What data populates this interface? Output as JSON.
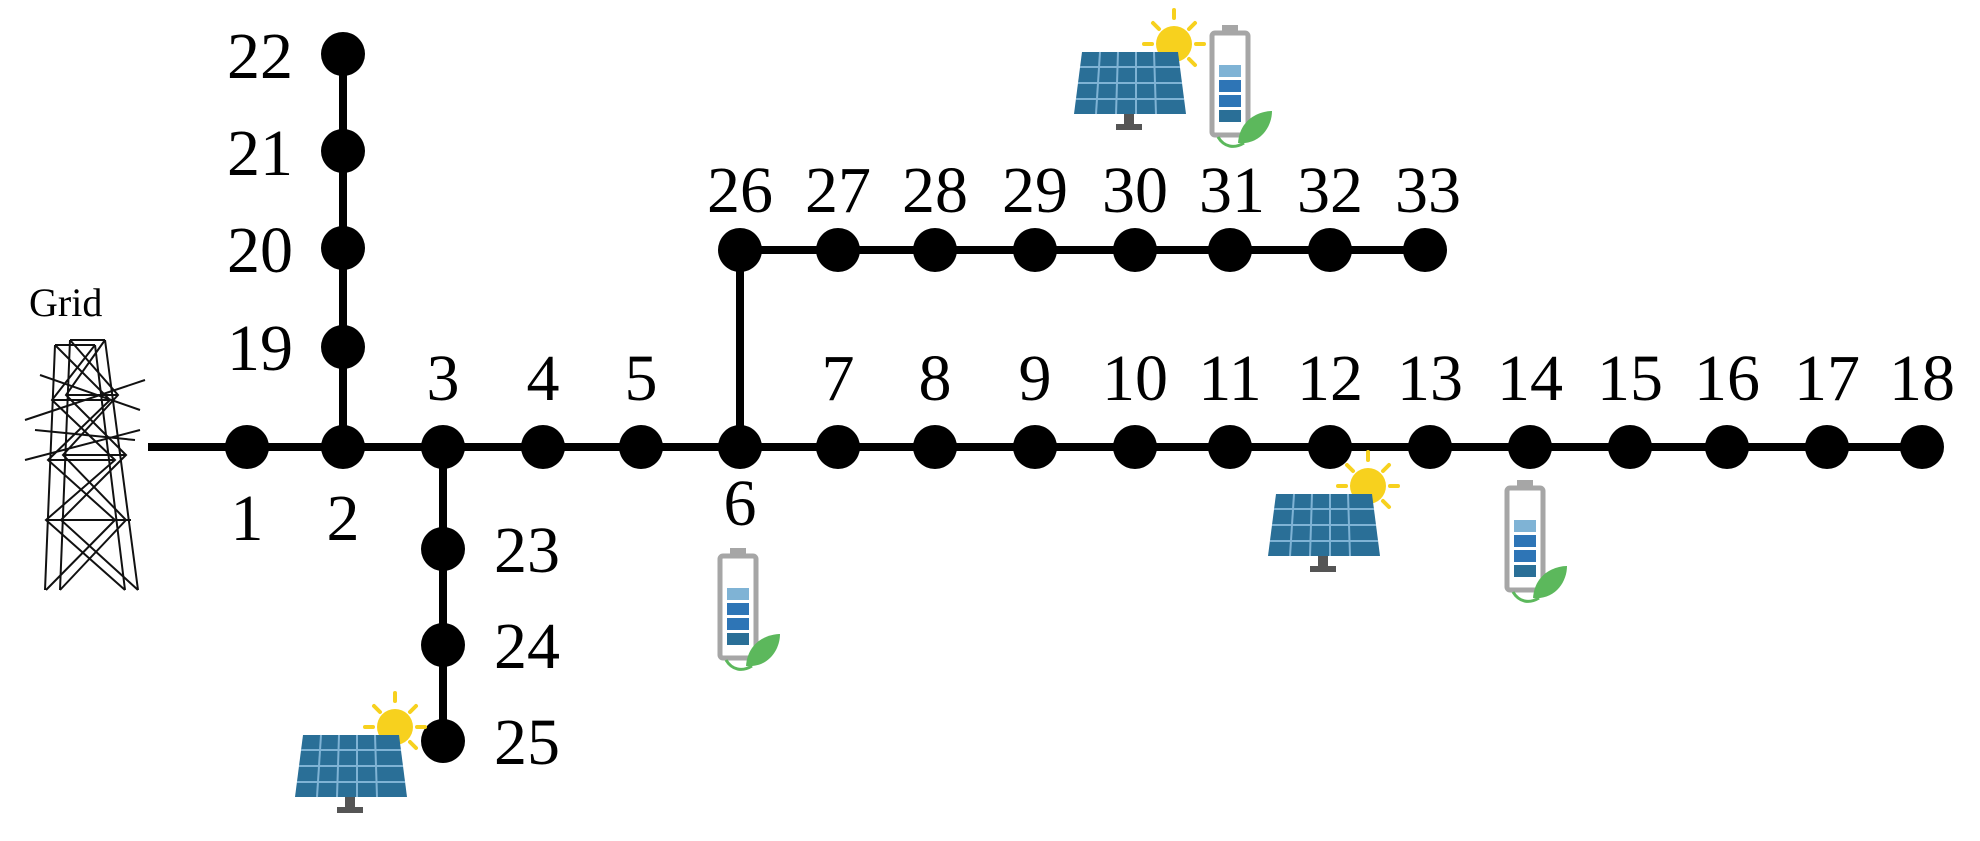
{
  "grid_label": "Grid",
  "buses": [
    "1",
    "2",
    "3",
    "4",
    "5",
    "6",
    "7",
    "8",
    "9",
    "10",
    "11",
    "12",
    "13",
    "14",
    "15",
    "16",
    "17",
    "18",
    "19",
    "20",
    "21",
    "22",
    "23",
    "24",
    "25",
    "26",
    "27",
    "28",
    "29",
    "30",
    "31",
    "32",
    "33"
  ],
  "pv_buses": [
    "25",
    "12",
    "31"
  ],
  "ess_buses": [
    "6",
    "14",
    "31"
  ],
  "colors": {
    "line": "#000000",
    "node": "#000000",
    "panel": "#2a6f97",
    "panel_grid": "#7fb3d5",
    "sun": "#f7d11e",
    "battery_shell": "#a6a6a6",
    "battery_cell": "#2e75b6",
    "leaf": "#5cb85c"
  },
  "icons": {
    "grid": "transmission-tower-icon",
    "pv": "solar-panel-icon",
    "ess": "battery-storage-icon"
  }
}
